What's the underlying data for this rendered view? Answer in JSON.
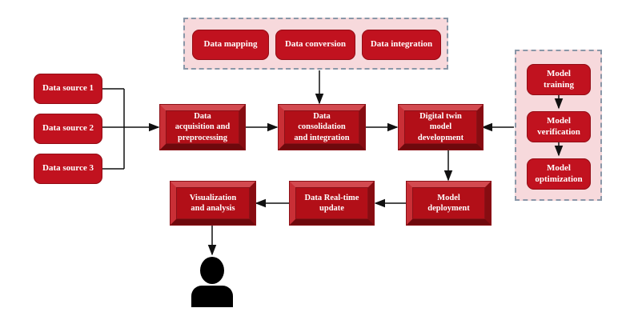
{
  "colors": {
    "accent": "#c1121f",
    "bevel_inner": "#b20f18",
    "group_bg": "#f7d9dc",
    "group_border": "#8a97a8",
    "arrow": "#111111",
    "text": "#ffffff"
  },
  "groups": {
    "data_processing": {
      "items": {
        "mapping": "Data mapping",
        "conversion": "Data conversion",
        "integration": "Data integration"
      }
    },
    "model_lifecycle": {
      "items": {
        "training": "Model\ntraining",
        "verification": "Model\nverification",
        "optimization": "Model\noptimization"
      }
    }
  },
  "sources": {
    "source1": "Data source 1",
    "source2": "Data source 2",
    "source3": "Data source 3"
  },
  "pipeline": {
    "acquisition": "Data\nacquisition and\npreprocessing",
    "consolidation": "Data\nconsolidation\nand integration",
    "twin": "Digital twin\nmodel\ndevelopment",
    "deployment": "Model\ndeployment",
    "realtime_update": "Data Real-time\nupdate",
    "visualization": "Visualization\nand analysis"
  },
  "icons": {
    "user": "user-icon"
  }
}
